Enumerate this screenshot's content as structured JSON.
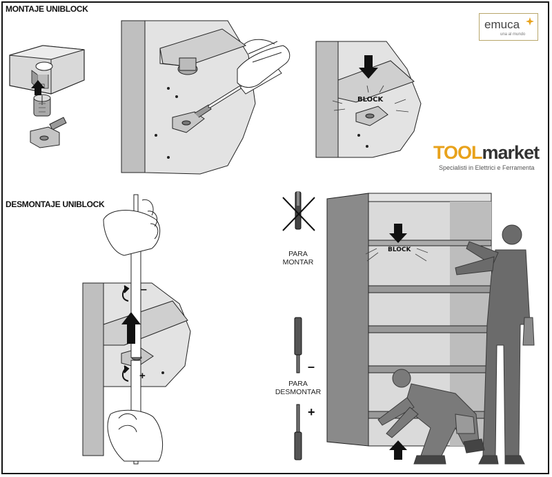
{
  "headings": {
    "assembly": "MONTAJE UNIBLOCK",
    "disassembly": "DESMONTAJE UNIBLOCK"
  },
  "labels": {
    "block_top": "BLOCK",
    "block_shelf": "BLOCK",
    "to_assemble_line1": "PARA",
    "to_assemble_line2": "MONTAR",
    "to_disassemble_line1": "PARA",
    "to_disassemble_line2": "DESMONTAR",
    "minus": "–",
    "plus": "+"
  },
  "brands": {
    "emuca_wordmark": "emuca",
    "emuca_tagline": "una al mundo",
    "toolmarket_wordmark_a": "TOOL",
    "toolmarket_wordmark_b": "market",
    "toolmarket_tagline": "Specialisti in Elettrici e Ferramenta"
  },
  "colors": {
    "toolmarket_orange": "#e8a21b",
    "emuca_gold": "#b8a66a",
    "panel_grey": "#cfcfcf",
    "figure_grey": "#6b6b6b"
  }
}
